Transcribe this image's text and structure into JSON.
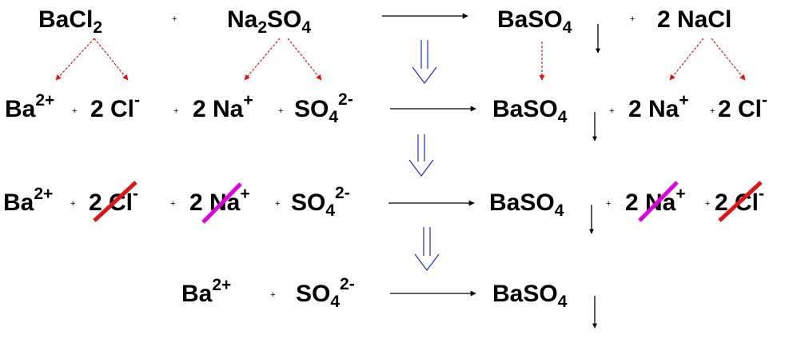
{
  "colors": {
    "text": "#000000",
    "reaction_arrow": "#000000",
    "step_arrow": "#1f2ae0",
    "dissociation_arrow": "#e01414",
    "strike_na": "#e000e0",
    "strike_cl": "#e01414"
  },
  "plus_sign": "+",
  "row1": {
    "bacl2": {
      "base": "BaCl",
      "sub": "2"
    },
    "na2so4": {
      "a": "Na",
      "sub1": "2",
      "b": "SO",
      "sub2": "4"
    },
    "baso4": {
      "base": "BaSO",
      "sub": "4"
    },
    "nacl": "2 NaCl"
  },
  "row2": {
    "ba": {
      "base": "Ba",
      "sup": "2+"
    },
    "cl": {
      "coef": "2 Cl",
      "sup": "-"
    },
    "na": {
      "coef": "2 Na",
      "sup": "+"
    },
    "so4": {
      "base": "SO",
      "sub": "4",
      "sup": "2-"
    },
    "baso4": {
      "base": "BaSO",
      "sub": "4"
    },
    "na_right": {
      "coef": "2 Na",
      "sup": "+"
    },
    "cl_right": {
      "coef": "2 Cl",
      "sup": "-"
    }
  },
  "row3": {
    "ba": {
      "base": "Ba",
      "sup": "2+"
    },
    "cl": {
      "coef": "2 Cl",
      "sup": "-"
    },
    "na": {
      "coef": "2 Na",
      "sup": "+"
    },
    "so4": {
      "base": "SO",
      "sub": "4",
      "sup": "2-"
    },
    "baso4": {
      "base": "BaSO",
      "sub": "4"
    },
    "na_right": {
      "coef": "2 Na",
      "sup": "+"
    },
    "cl_right": {
      "coef": "2 Cl",
      "sup": "-"
    }
  },
  "row4": {
    "ba": {
      "base": "Ba",
      "sup": "2+"
    },
    "so4": {
      "base": "SO",
      "sub": "4",
      "sup": "2-"
    },
    "baso4": {
      "base": "BaSO",
      "sub": "4"
    }
  }
}
